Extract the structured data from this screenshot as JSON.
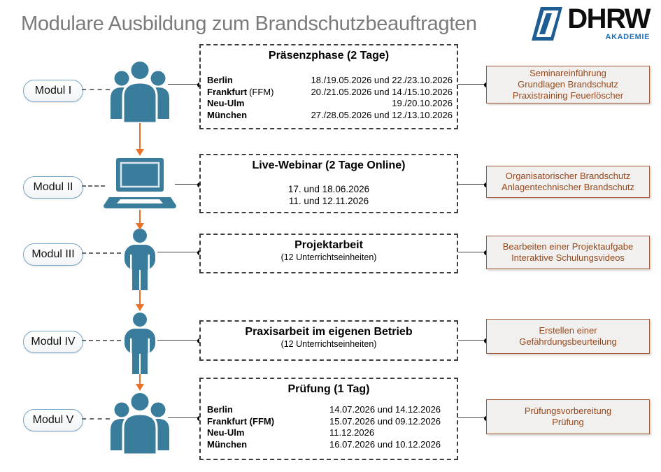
{
  "header": {
    "title": "Modulare Ausbildung zum Brandschutzbeauftragten",
    "logo_text": "DHRW",
    "logo_subtext": "AKADEMIE"
  },
  "colors": {
    "icon_teal": "#3a7c9c",
    "arrow_orange": "#e8722a",
    "topic_text": "#97491e",
    "topic_border": "#a05a35",
    "title_gray": "#7b7b7b",
    "logo_blue": "#1e5c94"
  },
  "modules": [
    {
      "label": "Modul I",
      "icon": "people-group-icon",
      "phase": {
        "title": "Präsenzphase (2 Tage)",
        "schedule": [
          {
            "city": "Berlin",
            "suffix": "",
            "dates": "18./19.05.2026 und 22./23.10.2026"
          },
          {
            "city": "Frankfurt",
            "suffix": "(FFM)",
            "dates": "20./21.05.2026 und 14./15.10.2026"
          },
          {
            "city": "Neu-Ulm",
            "suffix": "",
            "dates": "19./20.10.2026"
          },
          {
            "city": "München",
            "suffix": "",
            "dates": "27./28.05.2026 und 12./13.10.2026"
          }
        ]
      },
      "topics": [
        "Seminareinführung",
        "Grundlagen Brandschutz",
        "Praxistraining Feuerlöscher"
      ]
    },
    {
      "label": "Modul II",
      "icon": "laptop-icon",
      "phase": {
        "title": "Live-Webinar (2 Tage Online)",
        "dates_lines": [
          "17. und 18.06.2026",
          "11. und 12.11.2026"
        ]
      },
      "topics": [
        "Organisatorischer Brandschutz",
        "Anlagentechnischer Brandschutz"
      ]
    },
    {
      "label": "Modul III",
      "icon": "person-icon",
      "phase": {
        "title": "Projektarbeit",
        "subtitle": "(12 Unterrichtseinheiten)"
      },
      "topics": [
        "Bearbeiten einer Projektaufgabe",
        "Interaktive Schulungsvideos"
      ]
    },
    {
      "label": "Modul IV",
      "icon": "person-icon",
      "phase": {
        "title": "Praxisarbeit im eigenen Betrieb",
        "subtitle": "(12 Unterrichtseinheiten)"
      },
      "topics": [
        "Erstellen einer",
        "Gefährdungsbeurteilung"
      ]
    },
    {
      "label": "Modul V",
      "icon": "people-group-icon",
      "phase": {
        "title": "Prüfung (1 Tag)",
        "schedule": [
          {
            "city": "Berlin",
            "suffix": "",
            "dates": "14.07.2026 und 14.12.2026"
          },
          {
            "city": "Frankfurt (FFM)",
            "suffix": "",
            "dates": "15.07.2026 und 09.12.2026"
          },
          {
            "city": "Neu-Ulm",
            "suffix": "",
            "dates": "11.12.2026"
          },
          {
            "city": "München",
            "suffix": "",
            "dates": "16.07.2026 und 10.12.2026"
          }
        ]
      },
      "topics": [
        "Prüfungsvorbereitung",
        "Prüfung"
      ]
    }
  ]
}
